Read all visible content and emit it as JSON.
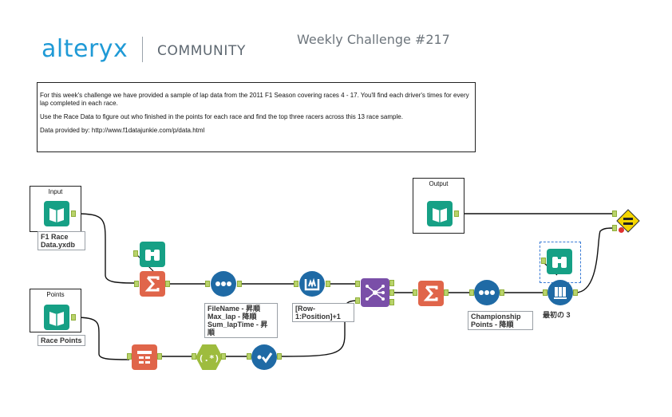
{
  "header": {
    "logo": "alteryx",
    "community": "COMMUNITY",
    "challenge_title": "Weekly Challenge #217"
  },
  "description": {
    "p1": "For this week's challenge we have provided a sample of lap data from the 2011 F1 Season covering races 4 - 17. You'll find each driver's times for every lap completed in each race.",
    "p2": "Use the Race Data to figure out who finished in the points for each race and find the top three racers across this 13 race sample.",
    "p3": "Data provided by: http://www.f1datajunkie.com/p/data.html"
  },
  "containers": {
    "input_title": "Input",
    "points_title": "Points",
    "output_title": "Output"
  },
  "annotations": {
    "f1_race": "F1 Race Data.yxdb",
    "race_points": "Race Points",
    "sort1": "FileName - 昇順\nMax_lap - 降順\nSum_lapTime - 昇順",
    "multirow": "[Row-1:Position]+1",
    "sort2": "Championship Points - 降順",
    "sample": "最初の 3"
  },
  "colors": {
    "input_green": "#16a085",
    "summarize_orange": "#e0654a",
    "prep_blue": "#1f6aa5",
    "join_purple": "#7a4fa8",
    "parse_green": "#9ebc3e",
    "test_yellow": "#f4d500"
  },
  "icons": [
    "input-book-icon",
    "summarize-sigma-icon",
    "browse-binoculars-icon",
    "sort-dots-icon",
    "multirow-formula-icon",
    "join-icon",
    "text-to-columns-icon",
    "regex-icon",
    "select-check-icon",
    "sample-icon",
    "expect-equal-icon"
  ]
}
